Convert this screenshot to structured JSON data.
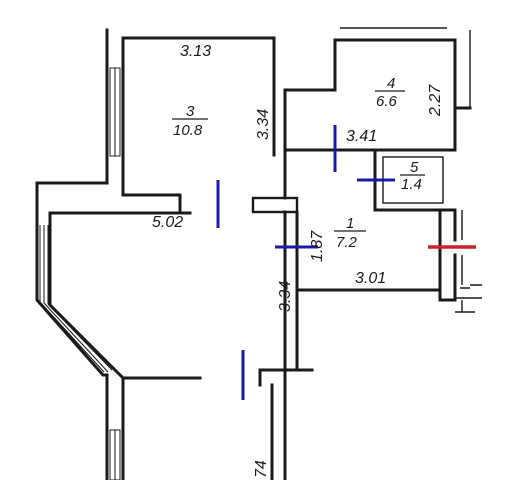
{
  "rooms": [
    {
      "number": "3",
      "area": "10.8"
    },
    {
      "number": "4",
      "area": "6.6"
    },
    {
      "number": "5",
      "area": "1.4"
    },
    {
      "number": "1",
      "area": "7.2"
    }
  ],
  "dimensions": {
    "room3_width": "3.13",
    "room3_height": "3.34",
    "room3_bottom": "5.02",
    "room4_width": "3.41",
    "room4_height": "2.27",
    "room1_height": "1.87",
    "room1_width": "3.01",
    "corridor_height": "3.34",
    "bottom_partial": "74"
  },
  "colors": {
    "walls": "#1a1a1a",
    "opening_markers": "#1a1aa8",
    "entrance_marker": "#cc1f2e"
  }
}
